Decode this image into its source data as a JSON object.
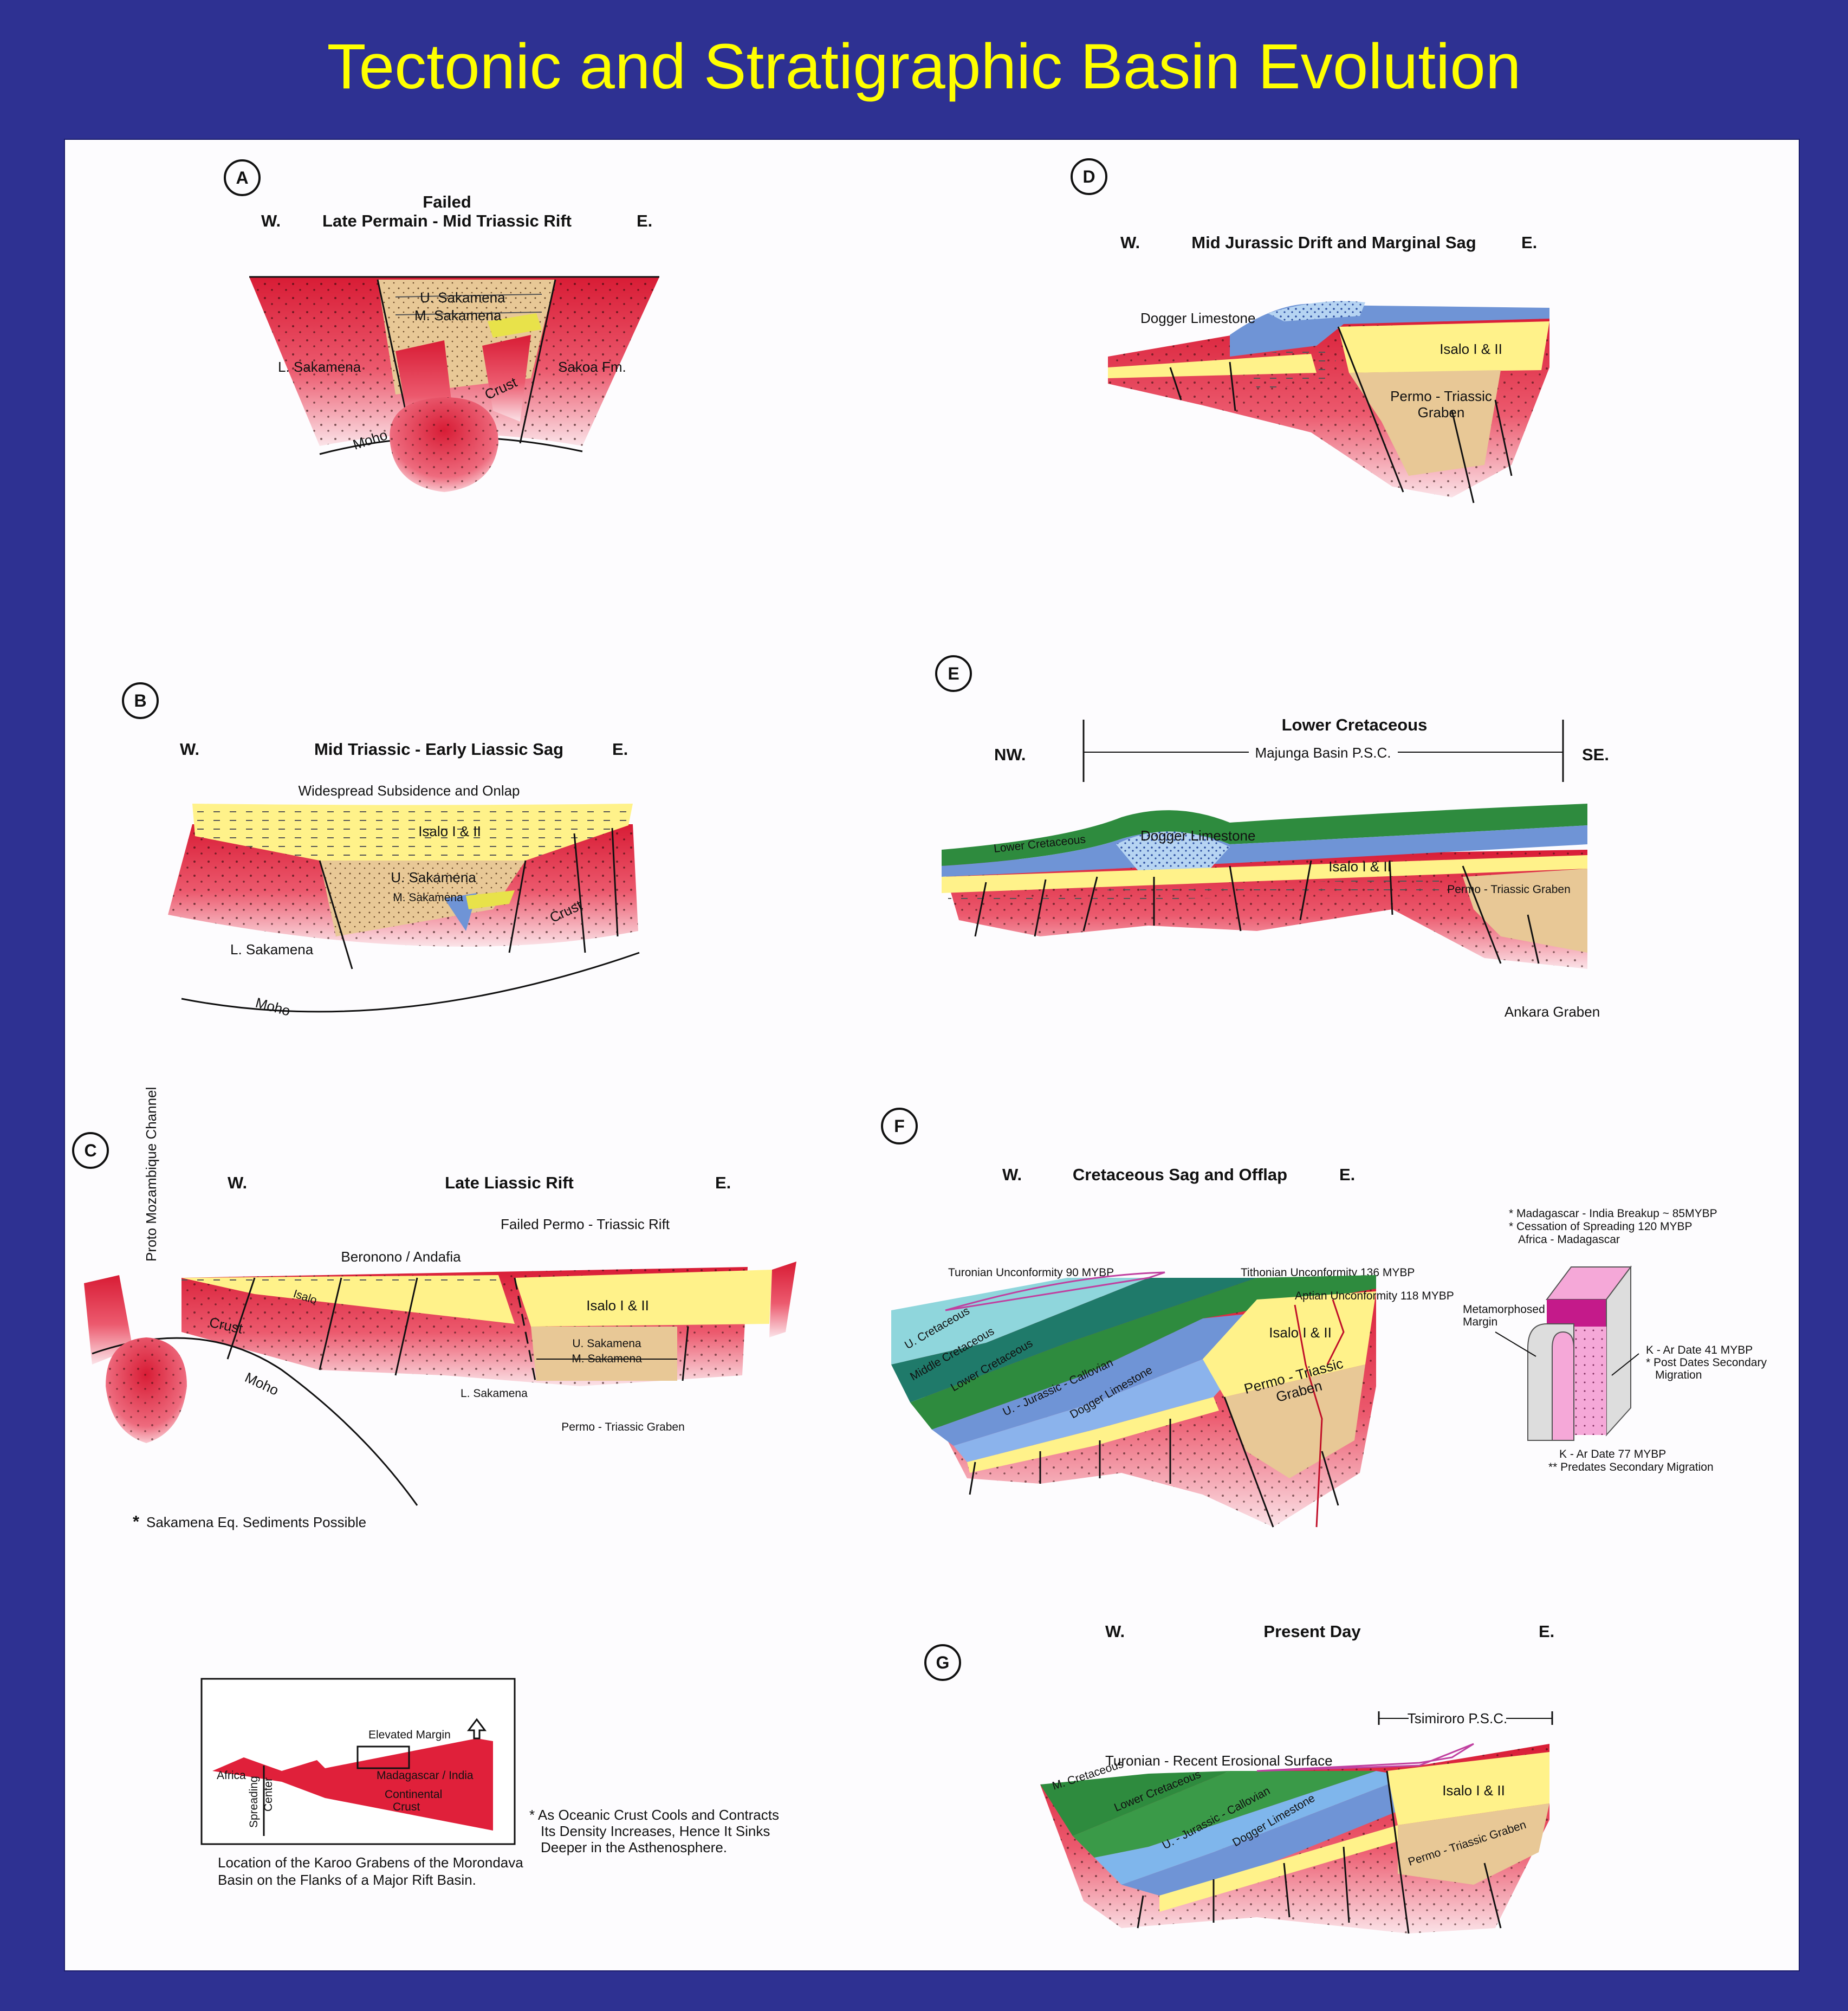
{
  "title": "Tectonic and Stratigraphic Basin Evolution",
  "colors": {
    "background": "#2e3192",
    "title": "#ffff00",
    "crust": "#e0203a",
    "yellow": "#fff28a",
    "tan": "#e8c896",
    "blue": "#6f94d6",
    "green": "#2e8b3e"
  },
  "panels": {
    "A": {
      "letter": "A",
      "title_line1": "Failed",
      "title_line2": "Late Permain - Mid Triassic Rift",
      "west": "W.",
      "east": "E.",
      "labels": {
        "u_sakamena": "U. Sakamena",
        "m_sakamena": "M. Sakamena",
        "l_sakamena": "L. Sakamena",
        "sakoa": "Sakoa Fm.",
        "crust": "Crust",
        "moho": "Moho"
      }
    },
    "B": {
      "letter": "B",
      "title": "Mid Triassic  -  Early Liassic Sag",
      "west": "W.",
      "east": "E.",
      "labels": {
        "subsidence": "Widespread Subsidence and Onlap",
        "isalo": "Isalo I  &  II",
        "u_sakamena": "U. Sakamena",
        "m_sakamena": "M. Sakamena",
        "l_sakamena": "L. Sakamena",
        "crust": "Crust",
        "moho": "Moho"
      }
    },
    "C": {
      "letter": "C",
      "title": "Late Liassic Rift",
      "west": "W.",
      "east": "E.",
      "labels": {
        "failed": "Failed Permo - Triassic Rift",
        "beronono": "Beronono / Andafia",
        "isalo_small": "Isalo",
        "isalo": "Isalo I  &  II",
        "u_sakamena": "U. Sakamena",
        "m_sakamena": "M. Sakamena",
        "l_sakamena": "L. Sakamena",
        "graben": "Permo - Triassic Graben",
        "crust": "Crust",
        "moho": "Moho",
        "channel": "Proto Mozambique Channel",
        "footnote": "Sakamena Eq. Sediments Possible"
      }
    },
    "D": {
      "letter": "D",
      "title": "Mid Jurassic Drift and Marginal Sag",
      "west": "W.",
      "east": "E.",
      "labels": {
        "dogger": "Dogger Limestone",
        "isalo": "Isalo I  &  II",
        "graben1": "Permo - Triassic",
        "graben2": "Graben"
      }
    },
    "E": {
      "letter": "E",
      "title": "Lower Cretaceous",
      "nw": "NW.",
      "se": "SE.",
      "labels": {
        "majunga": "Majunga Basin P.S.C.",
        "lower_cret": "Lower Cretaceous",
        "dogger": "Dogger Limestone",
        "isalo": "Isalo I  &  II",
        "graben": "Permo - Triassic Graben",
        "ankara": "Ankara Graben"
      }
    },
    "F": {
      "letter": "F",
      "title": "Cretaceous Sag and Offlap",
      "west": "W.",
      "east": "E.",
      "labels": {
        "turonian": "Turonian Unconformity 90 MYBP",
        "tithonian": "Tithonian Unconformity 136 MYBP",
        "aptian": "Aptian Unconformity 118 MYBP",
        "u_cret": "U. Cretaceous",
        "mid_cret": "Middle Cretaceous",
        "lower_cret": "Lower Cretaceous",
        "callovian": "U. - Jurassic - Callovian",
        "dogger": "Dogger Limestone",
        "isalo": "Isalo I  &  II",
        "graben1": "Permo - Triassic",
        "graben2": "Graben",
        "note1": "* Madagascar - India Breakup ~ 85MYBP",
        "note2": "* Cessation of Spreading 120 MYBP",
        "note3": "Africa - Madagascar",
        "meta1": "Metamorphosed",
        "meta2": "Margin",
        "kar41": "K - Ar Date 41 MYBP",
        "post1": "* Post Dates Secondary",
        "post2": "Migration",
        "kar77": "K - Ar Date 77 MYBP",
        "pre": "** Predates Secondary Migration"
      }
    },
    "G": {
      "letter": "G",
      "title": "Present Day",
      "west": "W.",
      "east": "E.",
      "labels": {
        "tsimiroro": "Tsimiroro P.S.C.",
        "turonian": "Turonian - Recent Erosional Surface",
        "m_cret": "M. Cretaceous",
        "lower_cret": "Lower Cretaceous",
        "callovian": "U. - Jurassic - Callovian",
        "dogger": "Dogger Limestone",
        "isalo": "Isalo I  &  II",
        "graben": "Permo - Triassic Graben"
      }
    }
  },
  "inset": {
    "elevated": "Elevated Margin",
    "africa": "Africa",
    "spreading1": "Spreading",
    "spreading2": "Center",
    "madagascar": "Madagascar / India",
    "continental1": "Continental",
    "continental2": "Crust",
    "caption1": "Location of the Karoo Grabens of the Morondava",
    "caption2": "Basin on the Flanks of a Major Rift Basin.",
    "note1": "* As Oceanic Crust Cools and Contracts",
    "note2": "Its Density Increases, Hence It Sinks",
    "note3": "Deeper in the Asthenosphere."
  }
}
